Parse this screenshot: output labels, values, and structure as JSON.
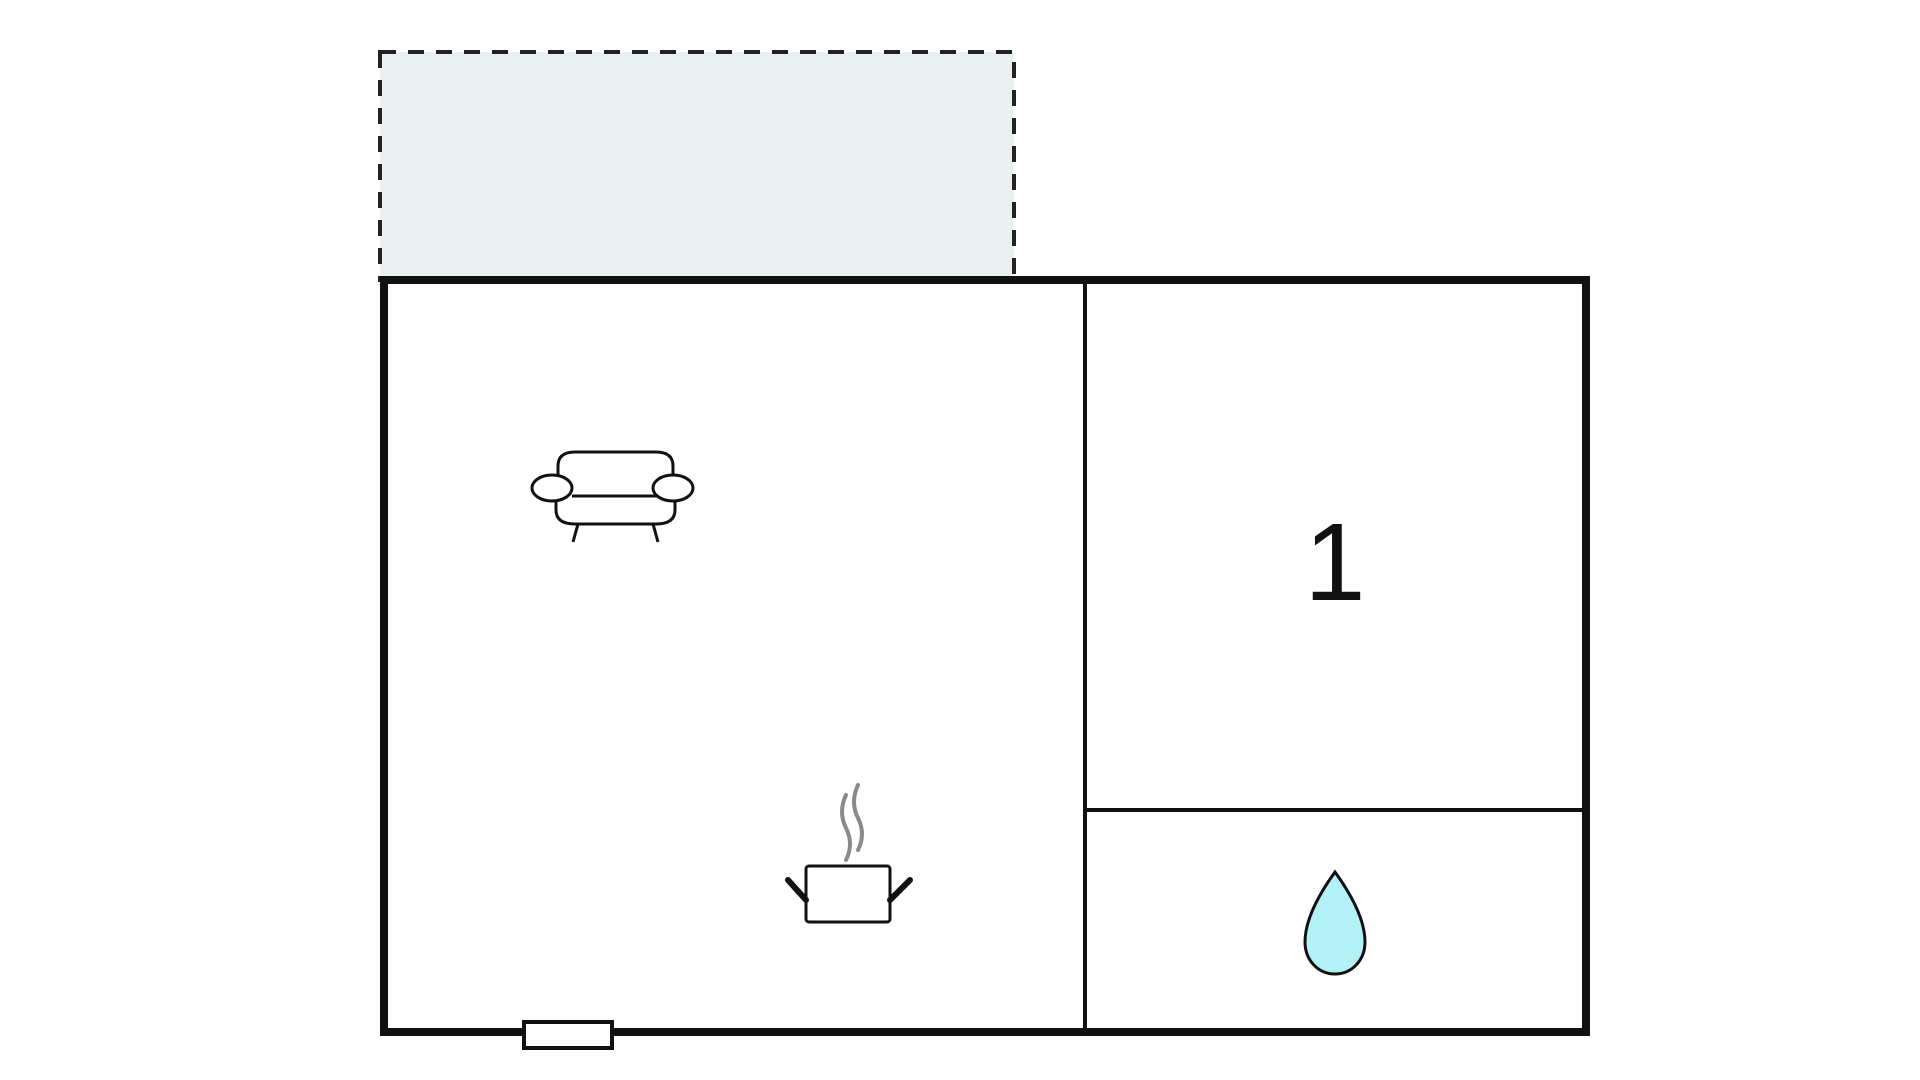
{
  "floorplan": {
    "bedroom_number": "1",
    "rooms": [
      {
        "id": "terrace",
        "type": "outdoor-area"
      },
      {
        "id": "living-kitchen",
        "type": "living-room-with-kitchen",
        "icons": [
          "sofa-icon",
          "cooking-pot-icon"
        ]
      },
      {
        "id": "bedroom",
        "type": "bedroom"
      },
      {
        "id": "bathroom",
        "type": "bathroom",
        "icons": [
          "water-drop-icon"
        ]
      }
    ],
    "colors": {
      "wall": "#111111",
      "terrace_fill": "#e9f0ef",
      "terrace_border": "#222222",
      "water_drop": "#b4f1f7",
      "steam": "#8a8a8a"
    }
  }
}
